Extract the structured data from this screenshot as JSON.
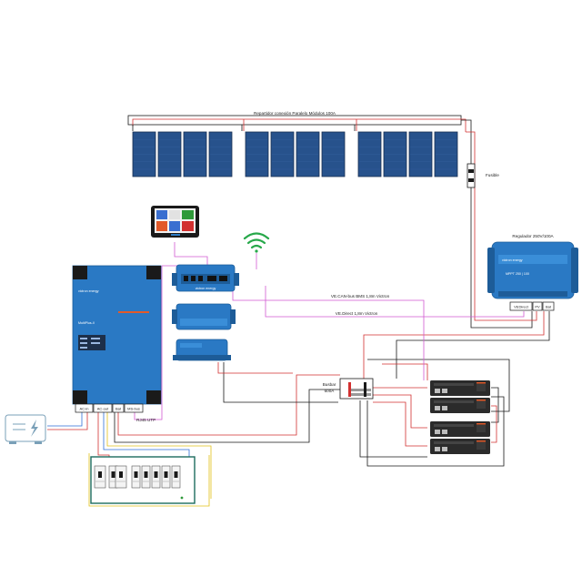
{
  "labels": {
    "pv_busbar": "Repartidor conexión Paralelo Módulos 100A",
    "fuse": "Fusible",
    "regulator": "Regulador 250V/100A",
    "regulator_brand": "victron energy",
    "regulator_model": "MPPT 250 | 100",
    "can_cable": "VE.CAN-bus BMS 1,8m Victron",
    "vedirect_cable": "VE.Direct 1,8m Victron",
    "vedirect_port": "VEDirect",
    "pv_port": "PV",
    "bat_port": "Bat",
    "busbar_line1": "Busbar",
    "busbar_line2": "600A",
    "inverter_brand": "victron energy",
    "inverter_model": "MultiPlus-II",
    "ac_in": "AC-in",
    "ac_out": "AC-out",
    "bat_terminal": "Bat",
    "ms_bus": "MS-bus",
    "rj45": "RJ45 UTP",
    "gx_brand": "victron energy"
  },
  "colors": {
    "panel": "#27528c",
    "panel_frame": "#1a2f52",
    "victron_blue": "#2a79c4",
    "victron_blue_dark": "#1d5c98",
    "battery": "#2b2b2b",
    "wire_red": "#d23030",
    "wire_black": "#1a1a1a",
    "wire_pink": "#d25ad2",
    "wire_blue": "#2e6fd8",
    "wire_yellow": "#e1c21a",
    "wire_green": "#2f9a3a",
    "wifi_green": "#27a84a",
    "breaker_panel": "#1d6b5e"
  },
  "panel_groups": 3,
  "panels_per_group": 4,
  "battery_count": 4
}
